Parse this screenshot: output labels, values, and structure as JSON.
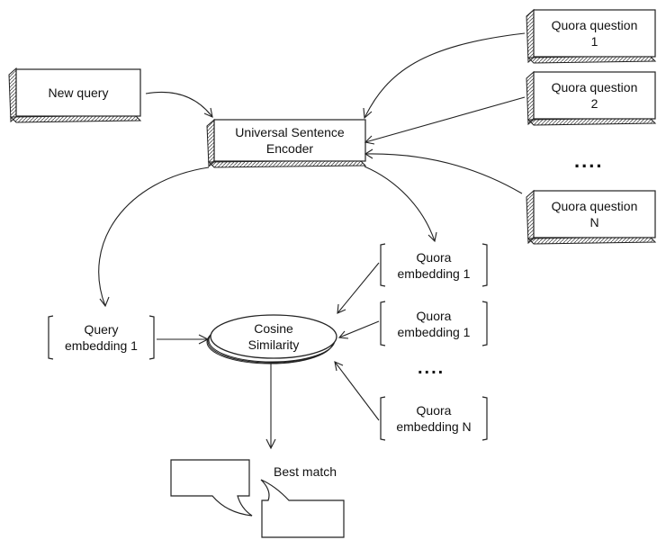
{
  "nodes": {
    "new_query": {
      "line1": "New query"
    },
    "encoder": {
      "line1": "Universal Sentence",
      "line2": "Encoder"
    },
    "quora_q1": {
      "line1": "Quora question",
      "line2": "1"
    },
    "quora_q2": {
      "line1": "Quora question",
      "line2": "2"
    },
    "quora_qn": {
      "line1": "Quora question",
      "line2": "N"
    },
    "questions_ellipsis": "....",
    "query_embedding": {
      "line1": "Query",
      "line2": "embedding 1"
    },
    "cosine_similarity": {
      "line1": "Cosine",
      "line2": "Similarity"
    },
    "quora_emb1": {
      "line1": "Quora",
      "line2": "embedding 1"
    },
    "quora_emb2": {
      "line1": "Quora",
      "line2": "embedding 1"
    },
    "quora_embn": {
      "line1": "Quora",
      "line2": "embedding N"
    },
    "embeddings_ellipsis": "....",
    "best_match": "Best match"
  },
  "colors": {
    "stroke": "#222222",
    "hatch": "#555555",
    "text": "#111111",
    "background": "#ffffff"
  }
}
